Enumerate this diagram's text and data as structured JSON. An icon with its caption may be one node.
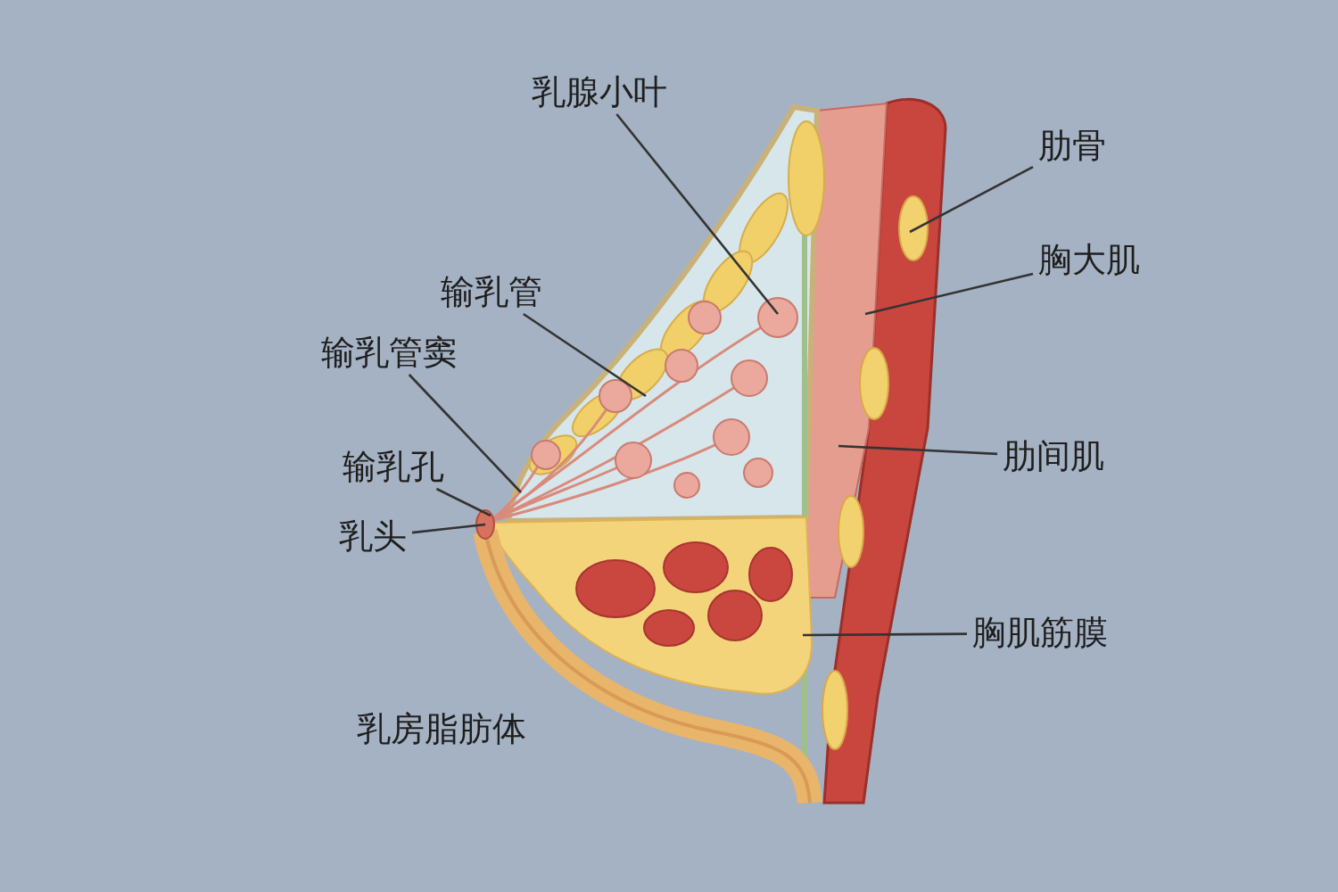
{
  "diagram": {
    "nodes": [
      {
        "text": [
          "乳腺小叶"
        ]
      },
      {
        "text": [
          "输乳管"
        ]
      },
      {
        "text": [
          "输乳管窦"
        ]
      },
      {
        "text": [
          "输乳孔"
        ]
      },
      {
        "text": [
          "乳头"
        ]
      },
      {
        "text": [
          "肋骨"
        ]
      },
      {
        "text": [
          "胸大肌"
        ]
      },
      {
        "text": [
          "肋间肌"
        ]
      },
      {
        "text": [
          "胸肌筋膜"
        ]
      }
    ],
    "edges": [
      {
        "from": 0,
        "to": null,
        "arrow": "none"
      },
      {
        "from": 1,
        "to": null,
        "arrow": "none"
      },
      {
        "from": 2,
        "to": null,
        "arrow": "none"
      },
      {
        "from": 3,
        "to": null,
        "arrow": "none"
      },
      {
        "from": 4,
        "to": null,
        "arrow": "none"
      },
      {
        "from": 5,
        "to": null,
        "arrow": "none"
      },
      {
        "from": 6,
        "to": null,
        "arrow": "none"
      },
      {
        "from": 7,
        "to": null,
        "arrow": "none"
      },
      {
        "from": 8,
        "to": null,
        "arrow": "none"
      }
    ],
    "labels": [
      "乳房脂肪体"
    ]
  }
}
